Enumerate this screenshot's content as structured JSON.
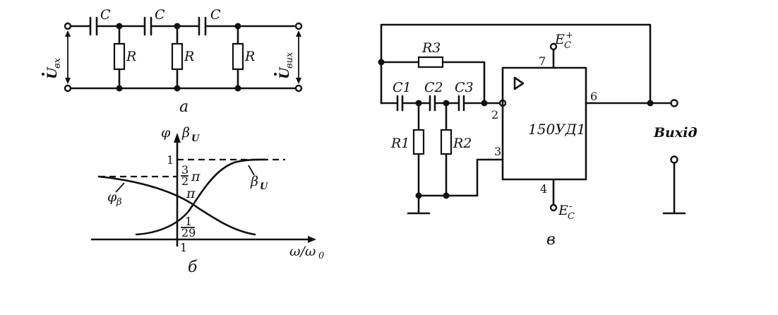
{
  "circuit_a": {
    "caption": "а",
    "capacitor_label": "C",
    "resistor_label": "R",
    "input_label": "U",
    "input_sub": "вх",
    "output_label": "U",
    "output_sub": "вих"
  },
  "graph_b": {
    "caption": "б",
    "phi_axis_label": "φ",
    "beta_axis_label": "β",
    "beta_sub": "U",
    "tick_one": "1",
    "tick_three_halves_num": "3",
    "tick_three_halves_den": "2",
    "tick_pi_symbol": "π",
    "tick_pi": "π",
    "tick_1_29_num": "1",
    "tick_1_29_den": "29",
    "x_axis_label": "ω/ω",
    "x_axis_sub": "0",
    "x_tick_one": "1",
    "phi_curve_label": "φ",
    "phi_curve_sub": "β",
    "beta_curve_label": "β",
    "beta_curve_sub": "U"
  },
  "circuit_v": {
    "caption": "в",
    "r3": "R3",
    "c1": "C1",
    "c2": "C2",
    "c3": "C3",
    "r1": "R1",
    "r2": "R2",
    "opamp": "150УД1",
    "pin2": "2",
    "pin3": "3",
    "pin4": "4",
    "pin6": "6",
    "pin7": "7",
    "ec": "E",
    "ec_sub": "C",
    "ec_plus": "+",
    "ec_minus": "-",
    "output": "Вихід"
  }
}
